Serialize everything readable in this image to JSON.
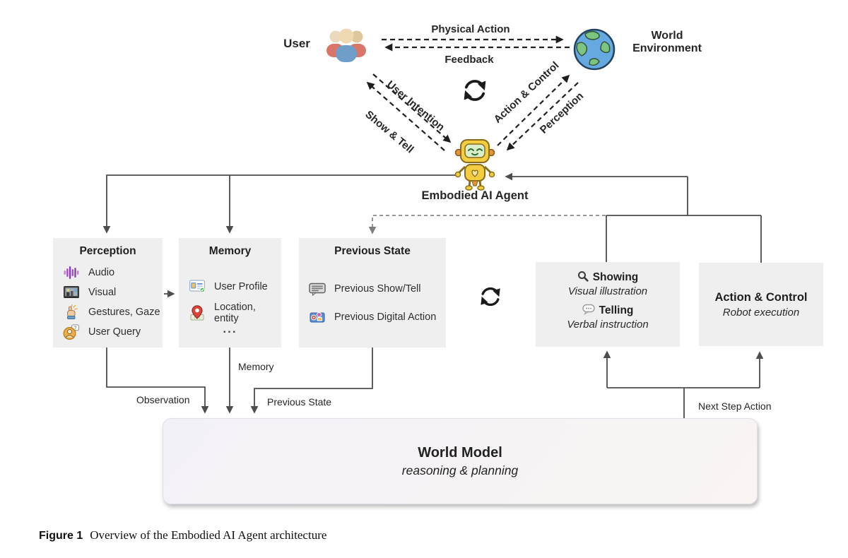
{
  "top": {
    "user_label": "User",
    "world_line1": "World",
    "world_line2": "Environment",
    "physical_action": "Physical Action",
    "feedback": "Feedback",
    "user_intention": "User Intention",
    "show_and_tell": "Show & Tell",
    "action_and_control": "Action & Control",
    "perception": "Perception",
    "agent_label": "Embodied AI Agent"
  },
  "modules": {
    "perception": {
      "title": "Perception",
      "items": [
        {
          "icon": "audio-icon",
          "label": "Audio"
        },
        {
          "icon": "visual-icon",
          "label": "Visual"
        },
        {
          "icon": "gesture-icon",
          "label": "Gestures, Gaze"
        },
        {
          "icon": "user-query-icon",
          "label": "User Query"
        }
      ]
    },
    "memory": {
      "title": "Memory",
      "items": [
        {
          "icon": "user-profile-icon",
          "label": "User Profile"
        },
        {
          "icon": "location-icon",
          "label": "Location, entity"
        }
      ],
      "more": "..."
    },
    "previous_state": {
      "title": "Previous State",
      "items": [
        {
          "icon": "show-tell-icon",
          "label": "Previous Show/Tell"
        },
        {
          "icon": "digital-action-icon",
          "label": "Previous Digital Action"
        }
      ]
    },
    "showing_telling": {
      "showing_title": "Showing",
      "showing_sub": "Visual illustration",
      "telling_title": "Telling",
      "telling_sub": "Verbal instruction"
    },
    "action_control": {
      "title": "Action & Control",
      "sub": "Robot execution"
    },
    "world_model": {
      "title": "World Model",
      "sub": "reasoning & planning"
    }
  },
  "edge_labels": {
    "observation": "Observation",
    "memory": "Memory",
    "previous_state": "Previous State",
    "next_step_action": "Next Step Action"
  },
  "caption": {
    "figure": "Figure 1",
    "text": "Overview of the Embodied AI Agent architecture"
  },
  "colors": {
    "solid_line": "#4d4d4d",
    "dashed_line": "#1f1f1f",
    "module_box": "#efeff0",
    "world_model_bg": "#f3f1f8",
    "robot_yellow": "#f3cc3f",
    "globe_blue": "#66a9e0",
    "land_green": "#7cc47f",
    "audio_purple": "#a14fc9",
    "pin_red": "#d9453a"
  }
}
